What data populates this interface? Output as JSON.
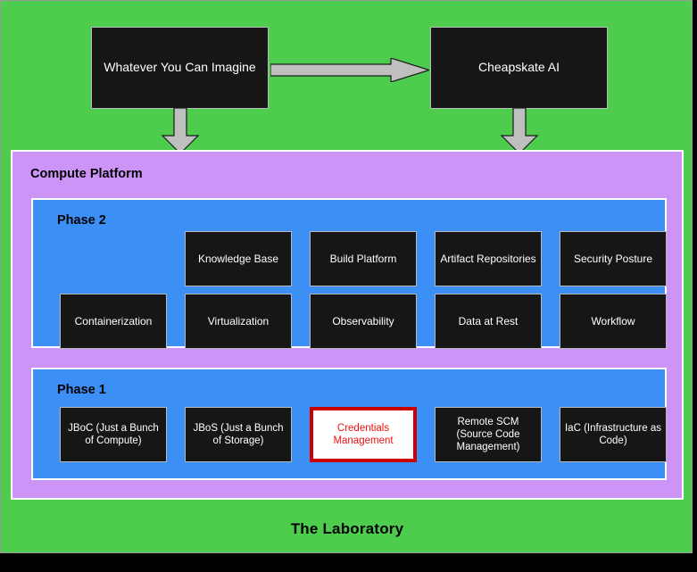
{
  "diagram": {
    "outer_container": {
      "label": "The Laboratory",
      "background_color": "#4ECC4E"
    },
    "top_nodes": [
      {
        "id": "imagine",
        "label": "Whatever You Can Imagine"
      },
      {
        "id": "cheapskate-ai",
        "label": "Cheapskate AI"
      }
    ],
    "connectors": [
      {
        "id": "imagine-to-ai",
        "type": "arrow-right",
        "color": "#BFBFBF"
      },
      {
        "id": "imagine-to-platform",
        "type": "arrow-down",
        "color": "#BFBFBF"
      },
      {
        "id": "ai-to-platform",
        "type": "arrow-down",
        "color": "#BFBFBF"
      }
    ],
    "compute_platform": {
      "title": "Compute Platform",
      "background_color": "#CC94F7",
      "phases": [
        {
          "id": "phase-2",
          "label": "Phase 2",
          "background_color": "#3C90F5",
          "rows": [
            [
              {
                "label": "",
                "empty": true
              },
              {
                "label": "Knowledge Base"
              },
              {
                "label": "Build Platform"
              },
              {
                "label": "Artifact Repositories"
              },
              {
                "label": "Security Posture"
              }
            ],
            [
              {
                "label": "Containerization"
              },
              {
                "label": "Virtualization"
              },
              {
                "label": "Observability"
              },
              {
                "label": "Data at Rest"
              },
              {
                "label": "Workflow"
              }
            ]
          ]
        },
        {
          "id": "phase-1",
          "label": "Phase 1",
          "background_color": "#3C90F5",
          "rows": [
            [
              {
                "label": "JBoC (Just a Bunch of Compute)"
              },
              {
                "label": "JBoS (Just a Bunch of Storage)"
              },
              {
                "label": "Credentials Management",
                "highlighted": true,
                "highlight_color": "#CC0000"
              },
              {
                "label": "Remote SCM (Source Code Management)"
              },
              {
                "label": "IaC (Infrastructure as Code)"
              }
            ]
          ]
        }
      ]
    }
  }
}
